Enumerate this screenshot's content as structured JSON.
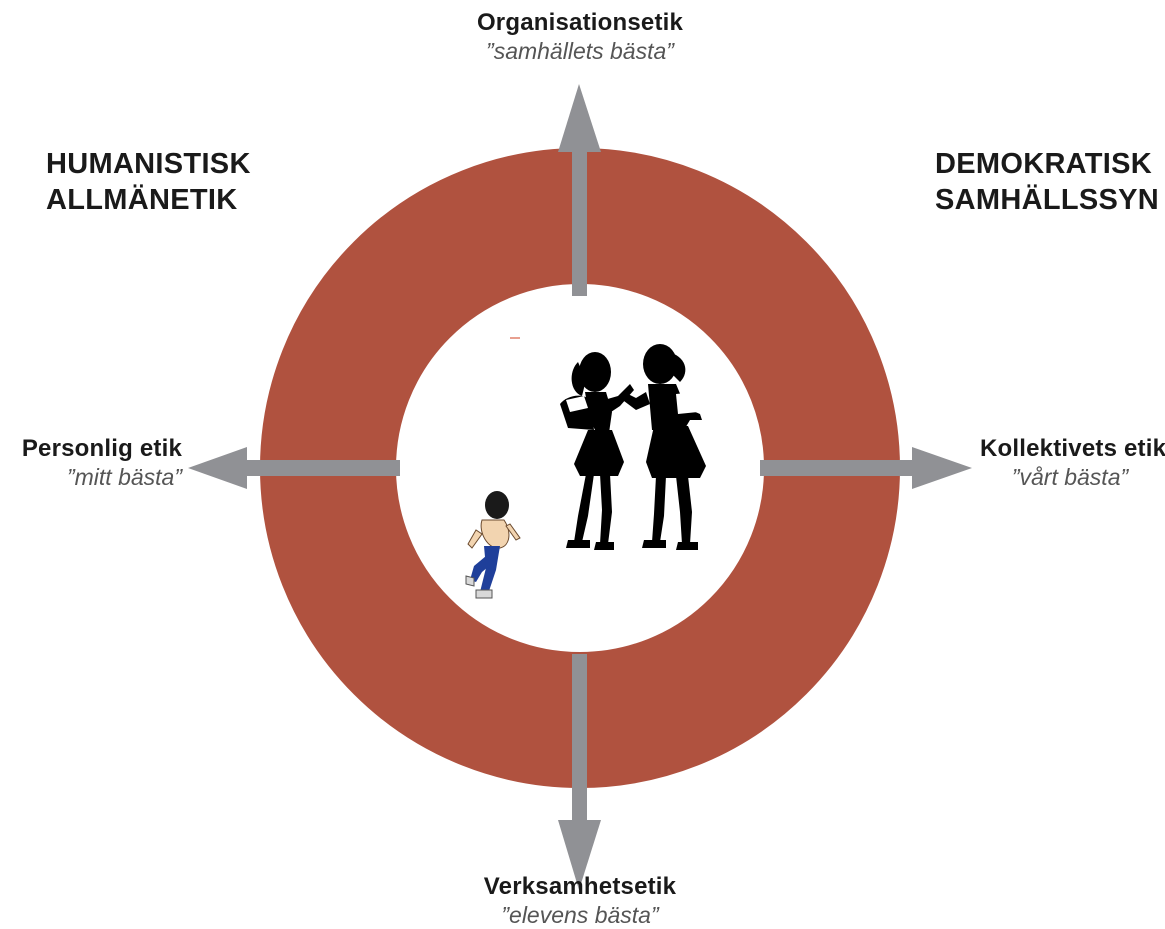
{
  "colors": {
    "ring": "#b0523f",
    "arrow": "#909195",
    "text": "#1a1a1a",
    "subtext": "#555555"
  },
  "corners": {
    "top_left": [
      "HUMANISTISK",
      "ALLMÄNETIK"
    ],
    "top_right": [
      "DEMOKRATISK",
      "SAMHÄLLSSYN"
    ]
  },
  "axes": {
    "top": {
      "title": "Organisationsetik",
      "subtitle": "”samhällets bästa”"
    },
    "bottom": {
      "title": "Verksamhetsetik",
      "subtitle": "”elevens bästa”"
    },
    "left": {
      "title": "Personlig etik",
      "subtitle": "”mitt bästa”"
    },
    "right": {
      "title": "Kollektivets etik",
      "subtitle": "”vårt bästa”"
    }
  },
  "center": {
    "figures": [
      "two-women-silhouette",
      "running-child-illustration"
    ]
  }
}
